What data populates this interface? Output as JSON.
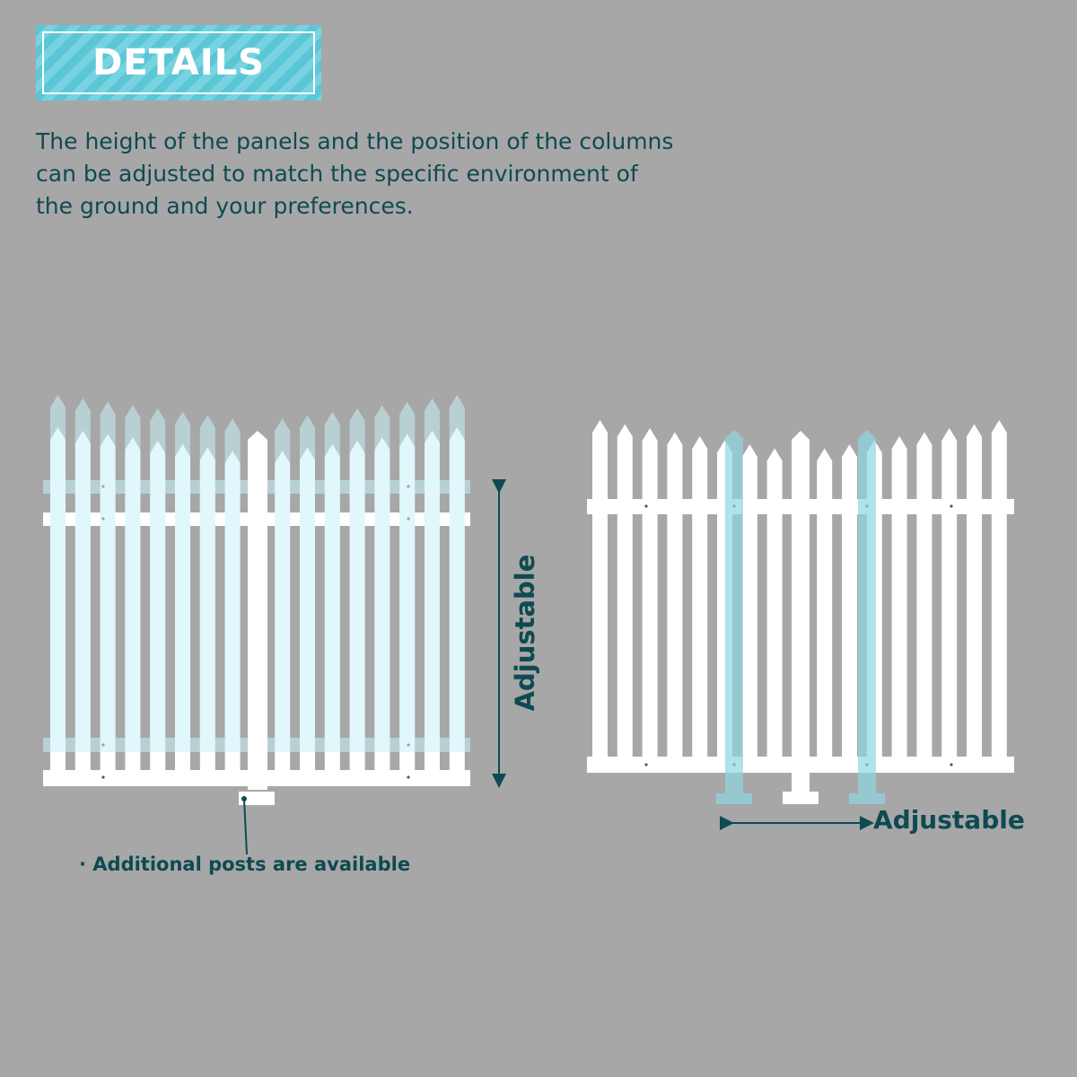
{
  "header": {
    "badge_label": "DETAILS"
  },
  "description": {
    "line1": "The height of the panels and the position of the columns",
    "line2": "can be adjusted to match the specific environment of",
    "line3": "the ground and your preferences."
  },
  "left_fence": {
    "vertical_label": "Adjustable",
    "note": "· Additional posts are available"
  },
  "right_fence": {
    "horizontal_label": "Adjustable"
  },
  "colors": {
    "background": "#a7a7a7",
    "accent": "#5bc6d6",
    "text": "#0e4a52",
    "fence": "#ffffff",
    "ghost": "#bfeef4"
  }
}
